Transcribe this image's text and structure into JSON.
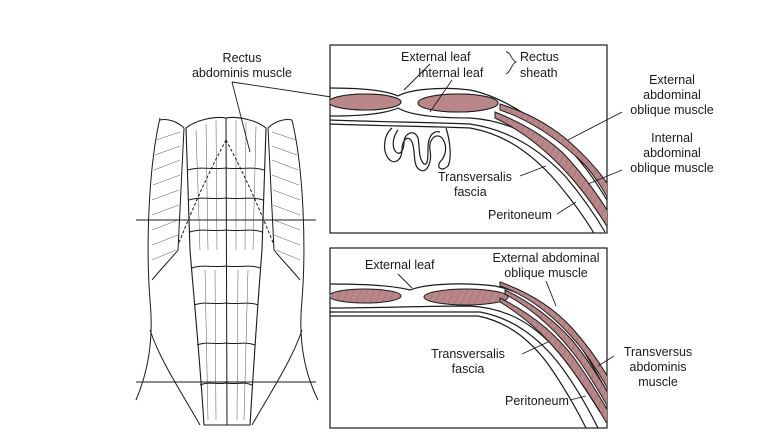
{
  "figure": {
    "left": {
      "rectus_label_line1": "Rectus",
      "rectus_label_line2": "abdominis muscle"
    },
    "top_panel": {
      "external_leaf": "External leaf",
      "internal_leaf": "Internal leaf",
      "rectus_sheath_line1": "Rectus",
      "rectus_sheath_line2": "sheath",
      "ext_oblique_line1": "External",
      "ext_oblique_line2": "abdominal",
      "ext_oblique_line3": "oblique muscle",
      "int_oblique_line1": "Internal",
      "int_oblique_line2": "abdominal",
      "int_oblique_line3": "oblique muscle",
      "transversalis_line1": "Transversalis",
      "transversalis_line2": "fascia",
      "peritoneum": "Peritoneum"
    },
    "bottom_panel": {
      "external_leaf": "External leaf",
      "ext_oblique_line1": "External abdominal",
      "ext_oblique_line2": "oblique muscle",
      "transversalis_line1": "Transversalis",
      "transversalis_line2": "fascia",
      "transversus_line1": "Transversus",
      "transversus_line2": "abdominis",
      "transversus_line3": "muscle",
      "peritoneum": "Peritoneum"
    }
  },
  "colors": {
    "muscle": "#b98689",
    "ink": "#1a1a1a"
  }
}
